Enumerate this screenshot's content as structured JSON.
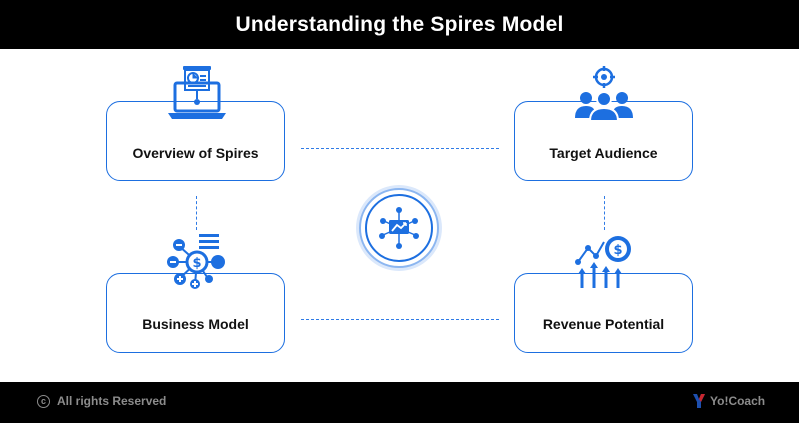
{
  "header": {
    "title": "Understanding the Spires Model"
  },
  "cards": {
    "overview": {
      "label": "Overview of Spires",
      "icon": "presentation-laptop-icon"
    },
    "target": {
      "label": "Target Audience",
      "icon": "target-audience-icon"
    },
    "business": {
      "label": "Business Model",
      "icon": "dollar-network-icon"
    },
    "revenue": {
      "label": "Revenue Potential",
      "icon": "revenue-growth-icon"
    }
  },
  "center": {
    "icon": "network-hub-icon"
  },
  "footer": {
    "rights": "All rights Reserved",
    "brand": "Yo!Coach"
  },
  "colors": {
    "accent": "#1d6fe0",
    "header_bg": "#000000",
    "text": "#111111"
  }
}
